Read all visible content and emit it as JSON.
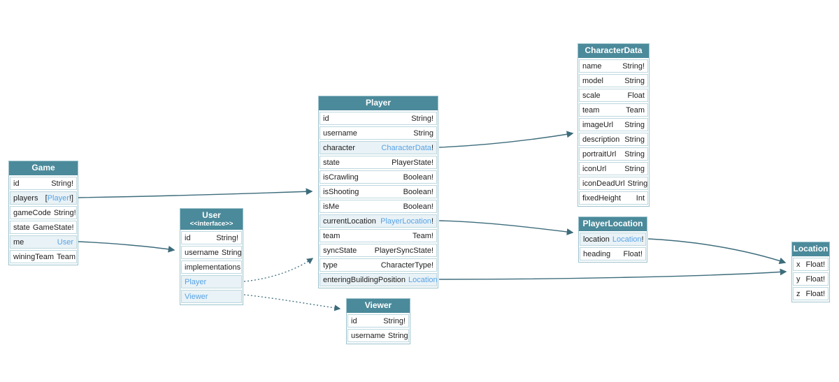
{
  "colors": {
    "header_bg": "#4b8a9a",
    "header_text": "#ffffff",
    "table_border": "#9dc3cd",
    "row_border": "#bcd8df",
    "relation_row_bg": "#e9f2f6",
    "link": "#55a2e6",
    "text": "#1d1d1d",
    "arrow": "#3d6c7b",
    "background": "#ffffff"
  },
  "tables": {
    "game": {
      "title": "Game",
      "rows": [
        {
          "name": "id",
          "pre": "String!",
          "link": "",
          "post": ""
        },
        {
          "name": "players",
          "pre": "[",
          "link": "Player",
          "post": "!]"
        },
        {
          "name": "gameCode",
          "pre": "String!",
          "link": "",
          "post": ""
        },
        {
          "name": "state",
          "pre": "GameState!",
          "link": "",
          "post": ""
        },
        {
          "name": "me",
          "pre": "",
          "link": "User",
          "post": ""
        },
        {
          "name": "winingTeam",
          "pre": "Team",
          "link": "",
          "post": ""
        }
      ]
    },
    "user": {
      "title": "User",
      "subtitle": "<<interface>>",
      "rows": [
        {
          "name": "id",
          "pre": "String!",
          "link": "",
          "post": ""
        },
        {
          "name": "username",
          "pre": "String",
          "link": "",
          "post": ""
        },
        {
          "name": "implementations"
        },
        {
          "name": "Player"
        },
        {
          "name": "Viewer"
        }
      ]
    },
    "player": {
      "title": "Player",
      "rows": [
        {
          "name": "id",
          "pre": "String!",
          "link": "",
          "post": ""
        },
        {
          "name": "username",
          "pre": "String",
          "link": "",
          "post": ""
        },
        {
          "name": "character",
          "pre": "",
          "link": "CharacterData",
          "post": "!"
        },
        {
          "name": "state",
          "pre": "PlayerState!",
          "link": "",
          "post": ""
        },
        {
          "name": "isCrawling",
          "pre": "Boolean!",
          "link": "",
          "post": ""
        },
        {
          "name": "isShooting",
          "pre": "Boolean!",
          "link": "",
          "post": ""
        },
        {
          "name": "isMe",
          "pre": "Boolean!",
          "link": "",
          "post": ""
        },
        {
          "name": "currentLocation",
          "pre": "",
          "link": "PlayerLocation",
          "post": "!"
        },
        {
          "name": "team",
          "pre": "Team!",
          "link": "",
          "post": ""
        },
        {
          "name": "syncState",
          "pre": "PlayerSyncState!",
          "link": "",
          "post": ""
        },
        {
          "name": "type",
          "pre": "CharacterType!",
          "link": "",
          "post": ""
        },
        {
          "name": "enteringBuildingPosition",
          "pre": "",
          "link": "Location",
          "post": ""
        }
      ]
    },
    "viewer": {
      "title": "Viewer",
      "rows": [
        {
          "name": "id",
          "pre": "String!",
          "link": "",
          "post": ""
        },
        {
          "name": "username",
          "pre": "String",
          "link": "",
          "post": ""
        }
      ]
    },
    "characterData": {
      "title": "CharacterData",
      "rows": [
        {
          "name": "name",
          "pre": "String!",
          "link": "",
          "post": ""
        },
        {
          "name": "model",
          "pre": "String",
          "link": "",
          "post": ""
        },
        {
          "name": "scale",
          "pre": "Float",
          "link": "",
          "post": ""
        },
        {
          "name": "team",
          "pre": "Team",
          "link": "",
          "post": ""
        },
        {
          "name": "imageUrl",
          "pre": "String",
          "link": "",
          "post": ""
        },
        {
          "name": "description",
          "pre": "String",
          "link": "",
          "post": ""
        },
        {
          "name": "portraitUrl",
          "pre": "String",
          "link": "",
          "post": ""
        },
        {
          "name": "iconUrl",
          "pre": "String",
          "link": "",
          "post": ""
        },
        {
          "name": "iconDeadUrl",
          "pre": "String",
          "link": "",
          "post": ""
        },
        {
          "name": "fixedHeight",
          "pre": "Int",
          "link": "",
          "post": ""
        }
      ]
    },
    "playerLocation": {
      "title": "PlayerLocation",
      "rows": [
        {
          "name": "location",
          "pre": "",
          "link": "Location",
          "post": "!"
        },
        {
          "name": "heading",
          "pre": "Float!",
          "link": "",
          "post": ""
        }
      ]
    },
    "location": {
      "title": "Location",
      "rows": [
        {
          "name": "x",
          "pre": "Float!",
          "link": "",
          "post": ""
        },
        {
          "name": "y",
          "pre": "Float!",
          "link": "",
          "post": ""
        },
        {
          "name": "z",
          "pre": "Float!",
          "link": "",
          "post": ""
        }
      ]
    }
  },
  "edges": [
    {
      "from": "Game.players",
      "to": "Player",
      "style": "solid"
    },
    {
      "from": "Game.me",
      "to": "User",
      "style": "solid"
    },
    {
      "from": "Player.character",
      "to": "CharacterData",
      "style": "solid"
    },
    {
      "from": "Player.currentLocation",
      "to": "PlayerLocation",
      "style": "solid"
    },
    {
      "from": "Player.enteringBuildingPosition",
      "to": "Location",
      "style": "solid"
    },
    {
      "from": "PlayerLocation.location",
      "to": "Location",
      "style": "solid"
    },
    {
      "from": "User.Player",
      "to": "Player",
      "style": "dotted"
    },
    {
      "from": "User.Viewer",
      "to": "Viewer",
      "style": "dotted"
    }
  ]
}
